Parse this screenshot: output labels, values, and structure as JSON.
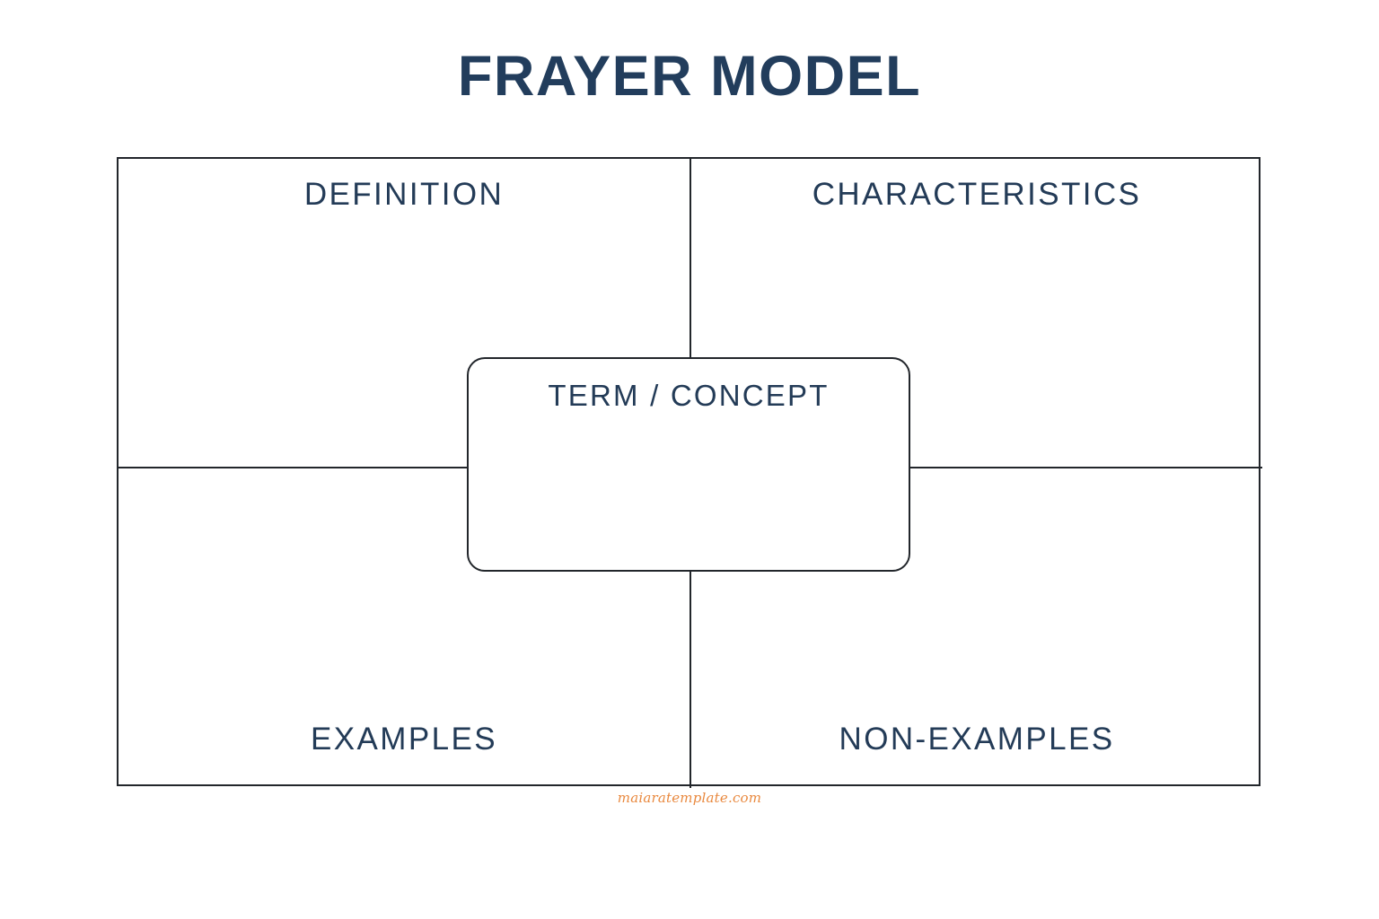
{
  "document": {
    "title": "FRAYER MODEL",
    "type": "graphic-organizer",
    "background_color": "#ffffff",
    "line_color": "#22262b",
    "text_color": "#233b57",
    "title_color": "#223d5c"
  },
  "grid": {
    "quadrants": [
      {
        "id": "definition",
        "label": "DEFINITION",
        "position": "top-left",
        "label_align": "top"
      },
      {
        "id": "characteristics",
        "label": "CHARACTERISTICS",
        "position": "top-right",
        "label_align": "top"
      },
      {
        "id": "examples",
        "label": "EXAMPLES",
        "position": "bottom-left",
        "label_align": "bottom"
      },
      {
        "id": "non-examples",
        "label": "NON-EXAMPLES",
        "position": "bottom-right",
        "label_align": "bottom"
      }
    ]
  },
  "center": {
    "label": "TERM / CONCEPT"
  },
  "watermark": {
    "text": "maiaratemplate.com",
    "color": "#e9893f"
  }
}
